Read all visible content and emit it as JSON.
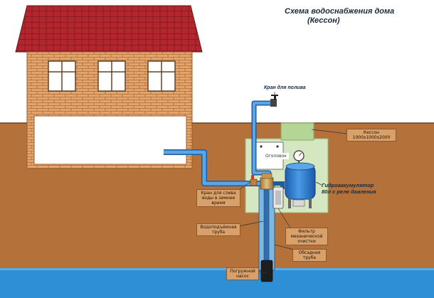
{
  "title": {
    "line1": "Схема водоснабжения дома",
    "line2": "(Кессон)"
  },
  "labels": {
    "tap_watering": "Кран для полива",
    "caisson": "Кессон\n1000х1000х2000",
    "wellhead": "Оголовок",
    "hydro_accumulator": "Гидроаккумулятор\n80л с реле давления",
    "drain_valve": "Кран для слива\nводы в зимнее\nвремя",
    "riser_pipe": "Водоподъёмная\nтруба",
    "mech_filter": "Фильтр\nмеханической\nочистки",
    "casing_pipe": "Обсадная\nтруба",
    "pump": "Погружной\nнасос"
  },
  "icons": {
    "valve": "valve-icon",
    "pressure_gauge": "pressure-gauge-icon"
  },
  "colors": {
    "soil": "#b5713a",
    "grass_line": "#6b3f18",
    "water": "#2e8fd6",
    "brick": "#e1a66d",
    "roof": "#b0282f",
    "pipe": "#3a7fc2",
    "tank": "#2574c9",
    "caisson": "#d4e7c0"
  }
}
